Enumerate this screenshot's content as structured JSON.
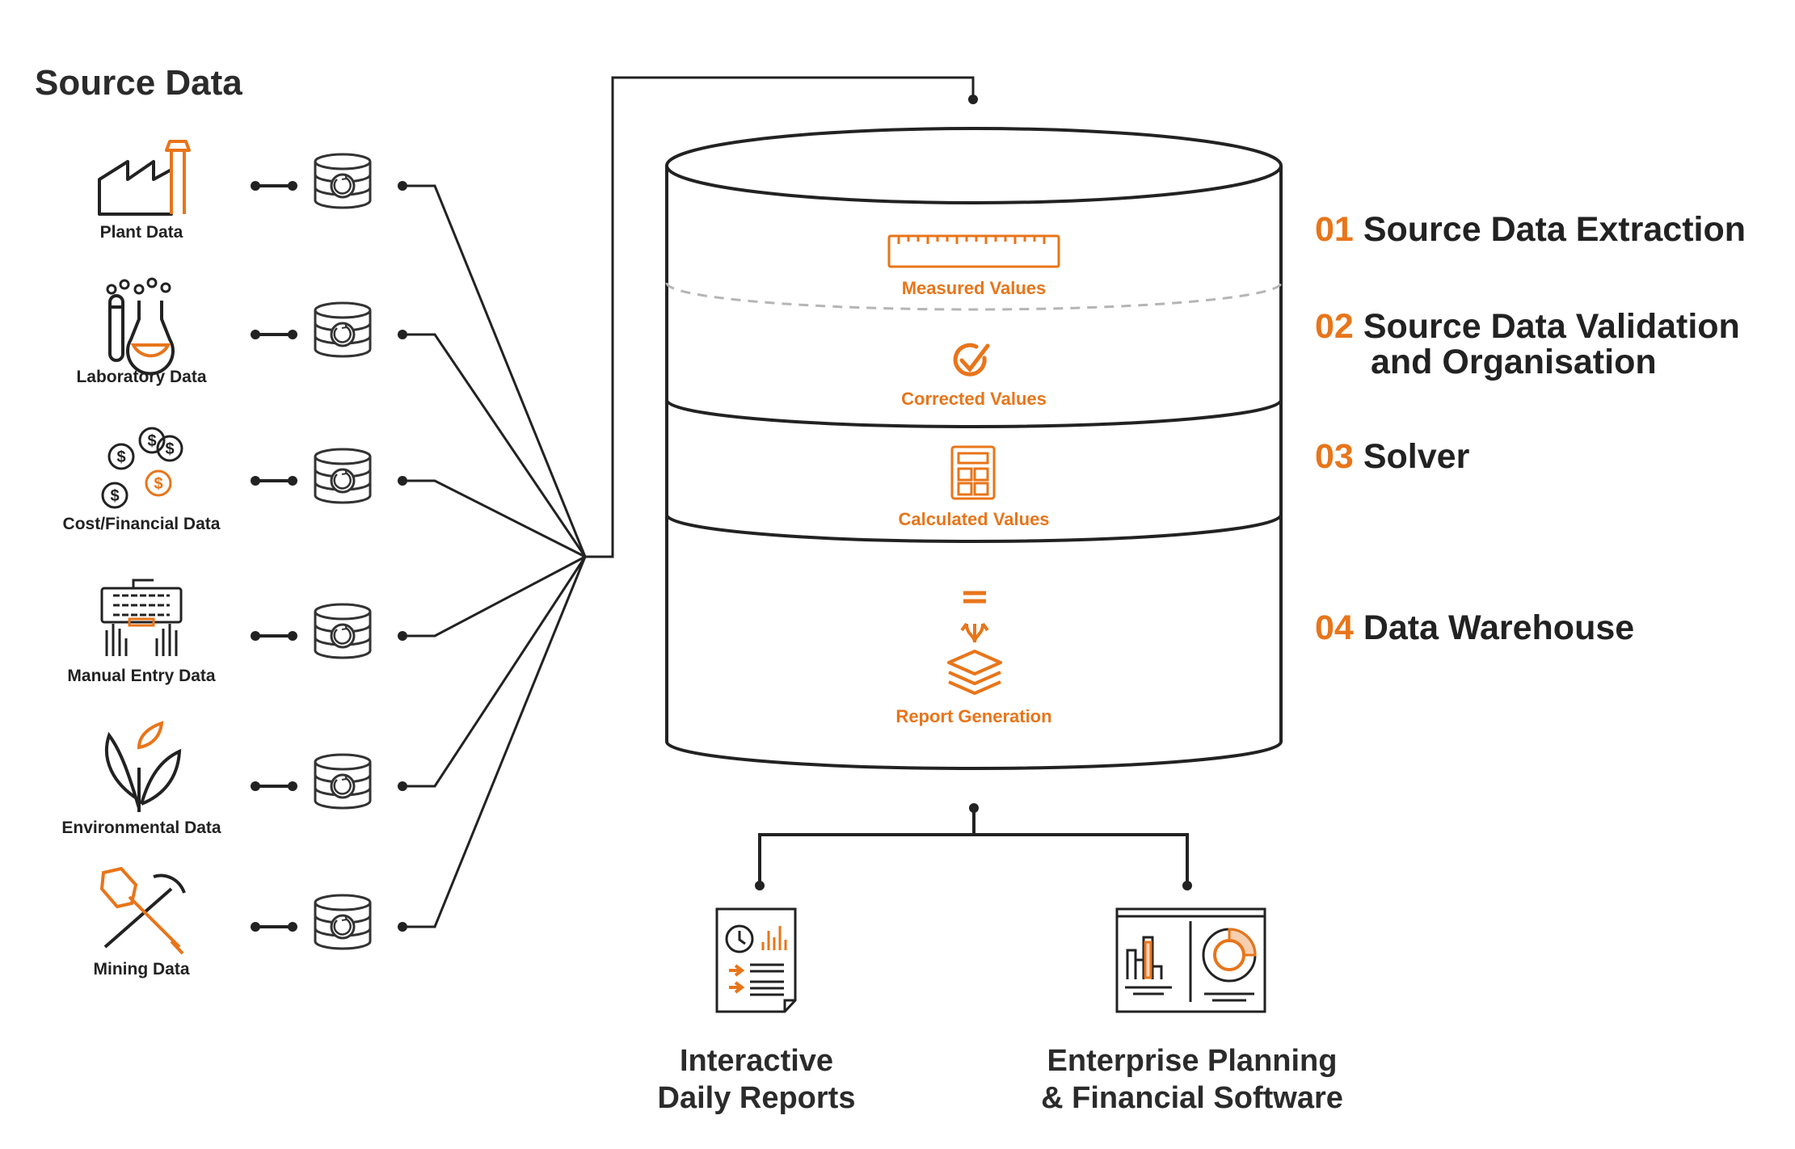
{
  "title": "Source Data",
  "sources": [
    {
      "label": "Plant Data",
      "icon": "factory-icon"
    },
    {
      "label": "Laboratory Data",
      "icon": "lab-flask-icon"
    },
    {
      "label": "Cost/Financial Data",
      "icon": "coins-icon"
    },
    {
      "label": "Manual Entry Data",
      "icon": "keyboard-hands-icon"
    },
    {
      "label": "Environmental Data",
      "icon": "leaf-icon"
    },
    {
      "label": "Mining Data",
      "icon": "shovel-pickaxe-icon"
    }
  ],
  "layers": [
    {
      "label": "Measured Values",
      "icon": "ruler-icon"
    },
    {
      "label": "Corrected Values",
      "icon": "check-circle-icon"
    },
    {
      "label": "Calculated Values",
      "icon": "calculator-icon"
    },
    {
      "label": "Report Generation",
      "icon": "stack-layers-icon"
    }
  ],
  "steps": [
    {
      "number": "01",
      "line1": "Source Data Extraction",
      "line2": ""
    },
    {
      "number": "02",
      "line1": "Source Data Validation",
      "line2": "and Organisation"
    },
    {
      "number": "03",
      "line1": "Solver",
      "line2": ""
    },
    {
      "number": "04",
      "line1": "Data Warehouse",
      "line2": ""
    }
  ],
  "outputs": [
    {
      "line1": "Interactive",
      "line2": "Daily Reports",
      "icon": "report-document-icon"
    },
    {
      "line1": "Enterprise Planning",
      "line2": "& Financial Software",
      "icon": "dashboard-monitor-icon"
    }
  ],
  "colors": {
    "accent": "#e8751a",
    "ink": "#222222",
    "dashed": "#b5b5b5"
  }
}
